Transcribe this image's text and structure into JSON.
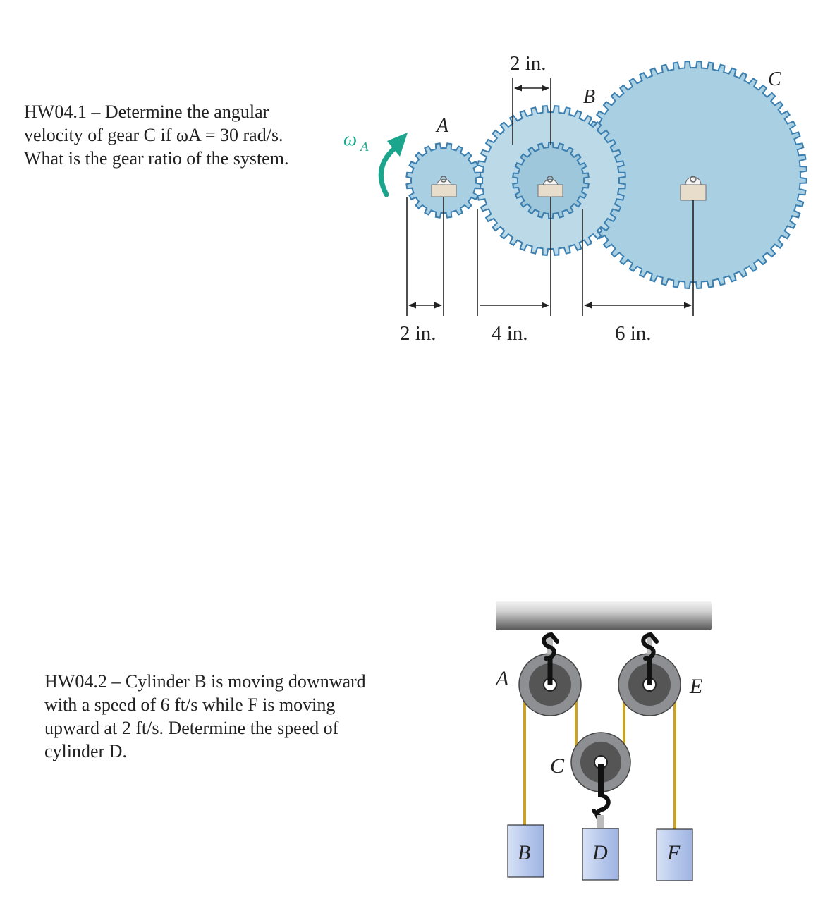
{
  "problem1": {
    "lines": [
      "HW04.1 – Determine the angular",
      "velocity of gear C if ωA = 30 rad/s.",
      "What is the gear ratio of the system."
    ]
  },
  "problem2": {
    "lines": [
      "HW04.2 – Cylinder B is moving downward",
      "with a speed of 6 ft/s while F is moving",
      "upward at 2 ft/s. Determine the speed of",
      "cylinder D."
    ]
  },
  "gear_figure": {
    "omega_symbol": "ω",
    "omega_subscript": "A",
    "gear_labels": {
      "a": "A",
      "b": "B",
      "c": "C"
    },
    "dimensions": {
      "top": "2 in.",
      "bottom_left": "2 in.",
      "bottom_mid": "4 in.",
      "bottom_right": "6 in."
    },
    "colors": {
      "gear_fill": "#a9cfe2",
      "gear_edge": "#3a7fb0",
      "arrow": "#1aa58c"
    }
  },
  "pulley_figure": {
    "labels": {
      "a": "A",
      "b": "B",
      "c": "C",
      "d": "D",
      "e": "E",
      "f": "F"
    },
    "colors": {
      "rope": "#c9a227",
      "block": "#b8c9ec",
      "pulley_outer": "#8d8f93",
      "pulley_inner": "#555555"
    }
  }
}
